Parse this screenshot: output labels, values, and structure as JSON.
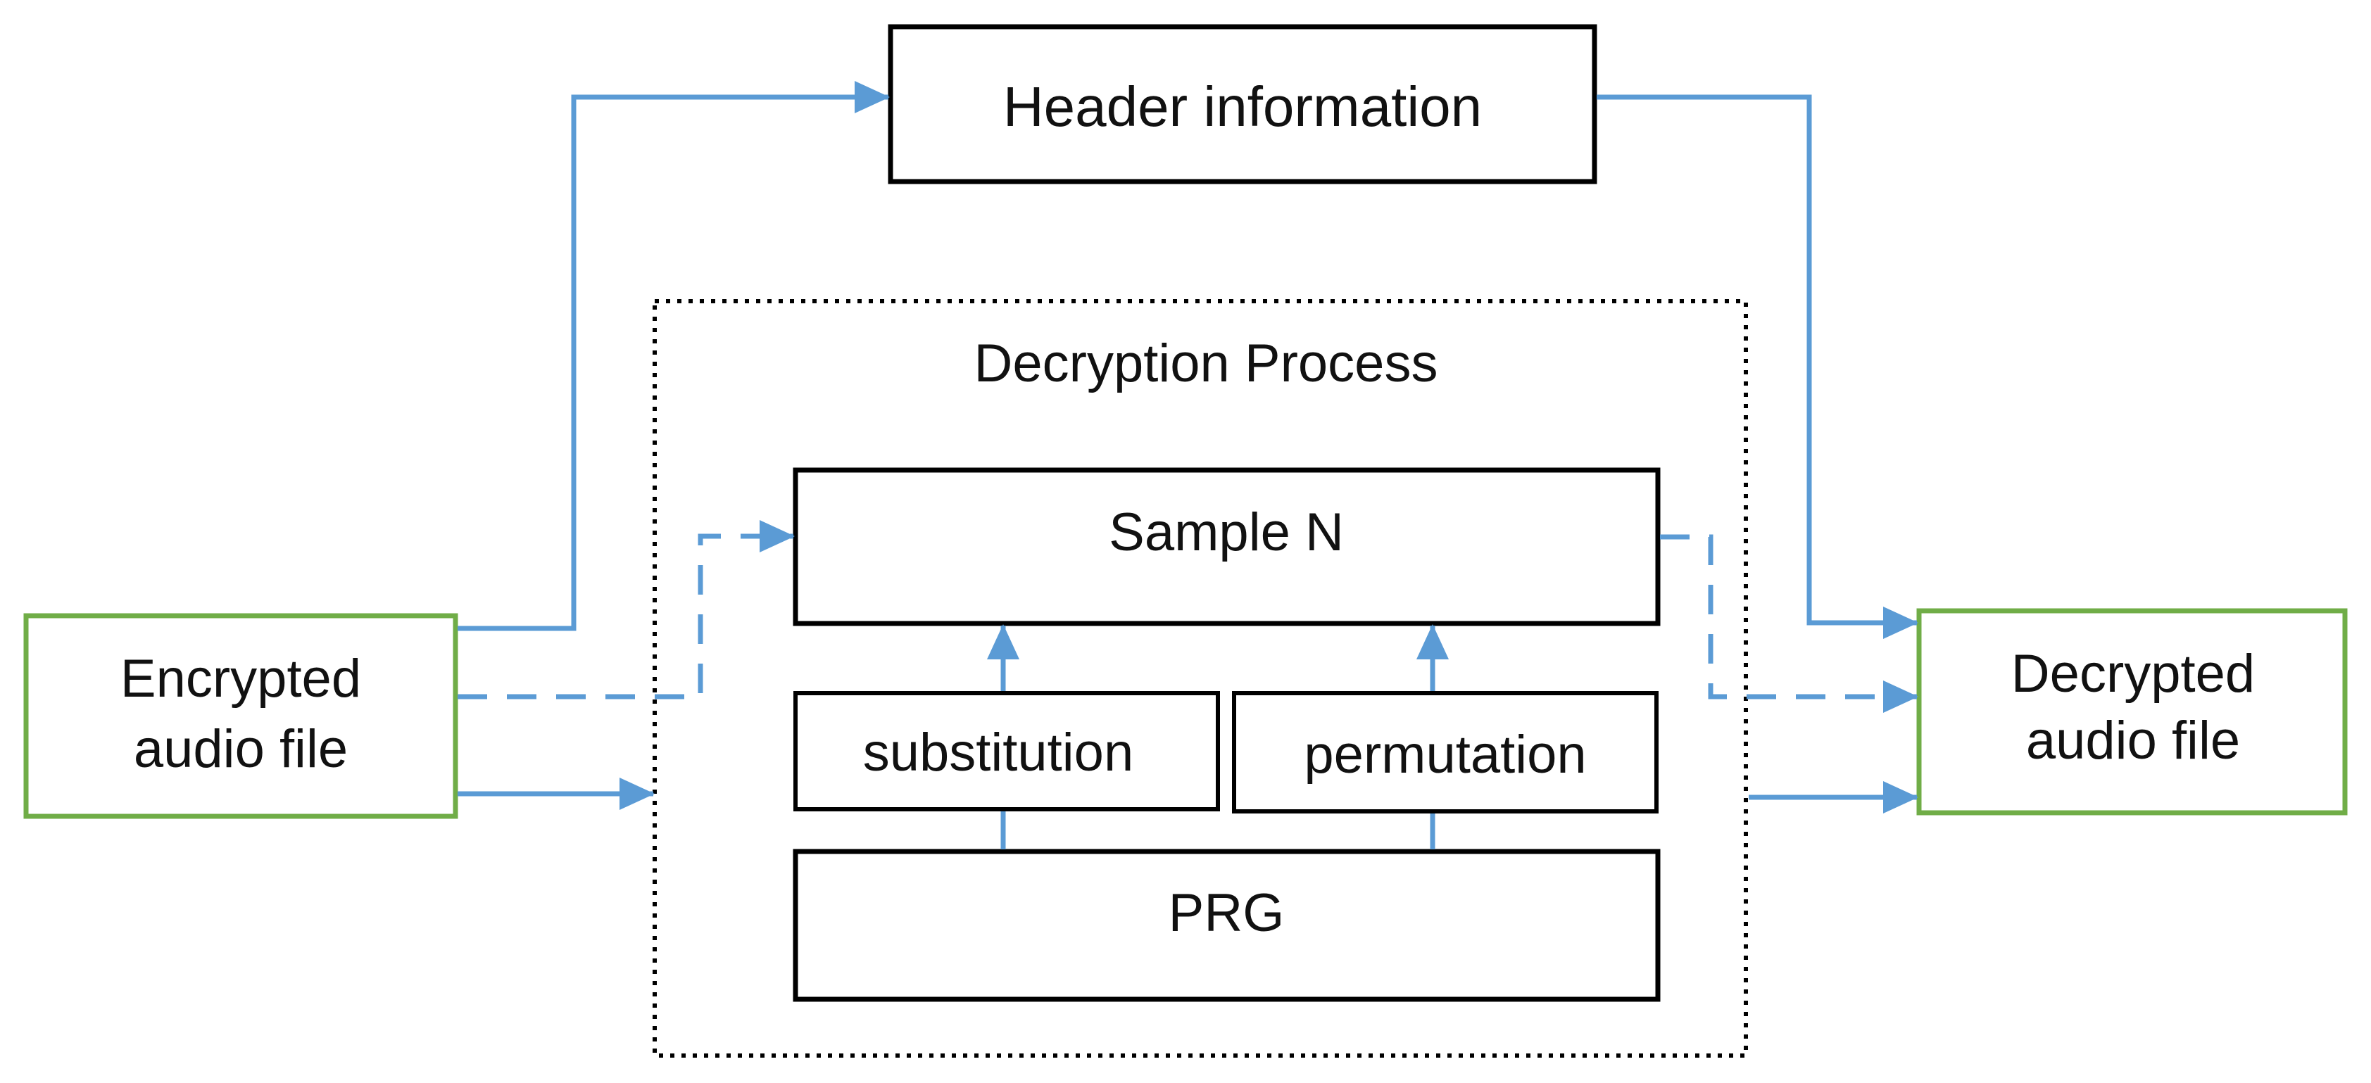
{
  "diagram": {
    "colors": {
      "connector": "#5b9bd5",
      "file_border": "#70ad47",
      "box_border": "#000000",
      "text": "#111111"
    },
    "nodes": {
      "encrypted_file": {
        "line1": "Encrypted",
        "line2": "audio file"
      },
      "decrypted_file": {
        "line1": "Decrypted",
        "line2": "audio file"
      },
      "header_info": {
        "label": "Header information"
      },
      "decryption_process": {
        "label": "Decryption Process"
      },
      "sample_n": {
        "label": "Sample N"
      },
      "substitution": {
        "label": "substitution"
      },
      "permutation": {
        "label": "permutation"
      },
      "prg": {
        "label": "PRG"
      }
    }
  }
}
